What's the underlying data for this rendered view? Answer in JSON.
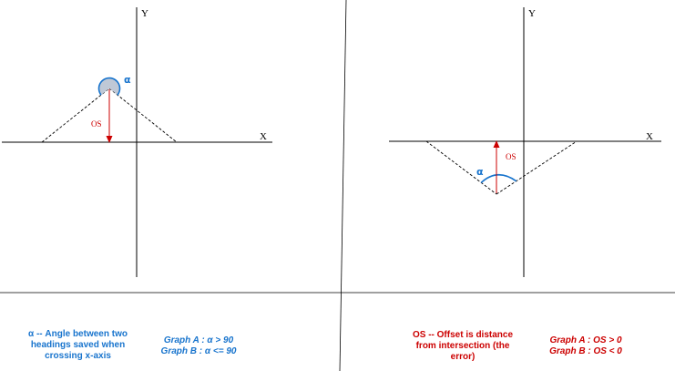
{
  "colors": {
    "alpha_blue": "#1874cd",
    "arc_fill": "#bfc8d6",
    "os_red": "#cc0000",
    "line": "#000000"
  },
  "graph_a": {
    "y_axis_label": "Y",
    "x_axis_label": "X",
    "angle_label": "α",
    "offset_label": "OS"
  },
  "graph_b": {
    "y_axis_label": "Y",
    "x_axis_label": "X",
    "angle_label": "α",
    "offset_label": "OS"
  },
  "legend": {
    "alpha_definition": [
      "α  --  Angle between two",
      "headings saved when",
      "crossing x-axis"
    ],
    "alpha_cases": [
      "Graph A : α > 90",
      "Graph B : α <= 90"
    ],
    "os_definition": [
      "OS -- Offset is distance",
      "from intersection (the",
      "error)"
    ],
    "os_cases": [
      "Graph A : OS > 0",
      "Graph B : OS < 0"
    ]
  }
}
